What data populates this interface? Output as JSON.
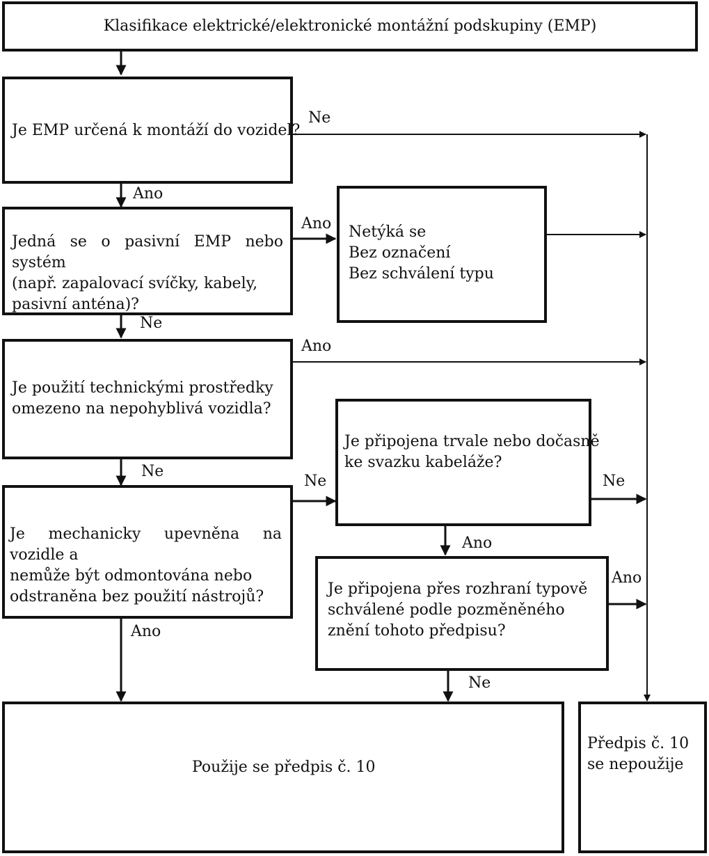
{
  "title": "Klasifikace elektrické/elektronické montážní podskupiny (EMP)",
  "q1": "Je EMP určená k montáží do vozidel?",
  "q2": [
    "Jedná se o pasivní EMP nebo systém",
    "(např. zapalovací svíčky, kabely,",
    "pasivní anténa)?"
  ],
  "not_applicable": [
    "Netýká se",
    "Bez označení",
    "Bez schválení typu"
  ],
  "q3": [
    "Je použití technickými prostředky",
    "omezeno na nepohyblivá vozidla?"
  ],
  "q4": [
    "Je připojena trvale nebo dočasně",
    "ke svazku kabeláže?"
  ],
  "q5": [
    "Je mechanicky upevněna na vozidle a",
    "nemůže být odmontována nebo",
    "odstraněna bez použití nástrojů?"
  ],
  "q6": [
    "Je připojena přes rozhraní typově",
    "schválené podle pozměněného",
    "znění tohoto předpisu?"
  ],
  "result_applies": "Použije se předpis č. 10",
  "result_not_applies": [
    "Předpis č. 10",
    "se nepoužije"
  ],
  "labels": {
    "q1_no": "Ne",
    "q1_yes": "Ano",
    "q2_yes": "Ano",
    "q2_no": "Ne",
    "q3_yes": "Ano",
    "q3_no": "Ne",
    "q5_no": "Ne",
    "q4_no": "Ne",
    "q4_yes": "Ano",
    "q6_yes": "Ano",
    "q5_yes": "Ano",
    "q6_no": "Ne"
  }
}
